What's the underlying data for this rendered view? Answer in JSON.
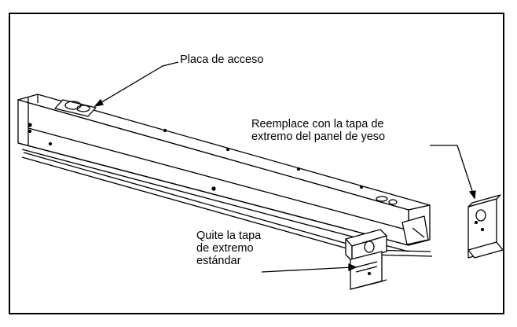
{
  "labels": {
    "access_plate": "Placa de acceso",
    "replace_line1": "Reemplace con la tapa de",
    "replace_line2": "extremo del panel de yeso",
    "remove_line1": "Quite la tapa",
    "remove_line2": "de extremo",
    "remove_line3": "estándar"
  }
}
